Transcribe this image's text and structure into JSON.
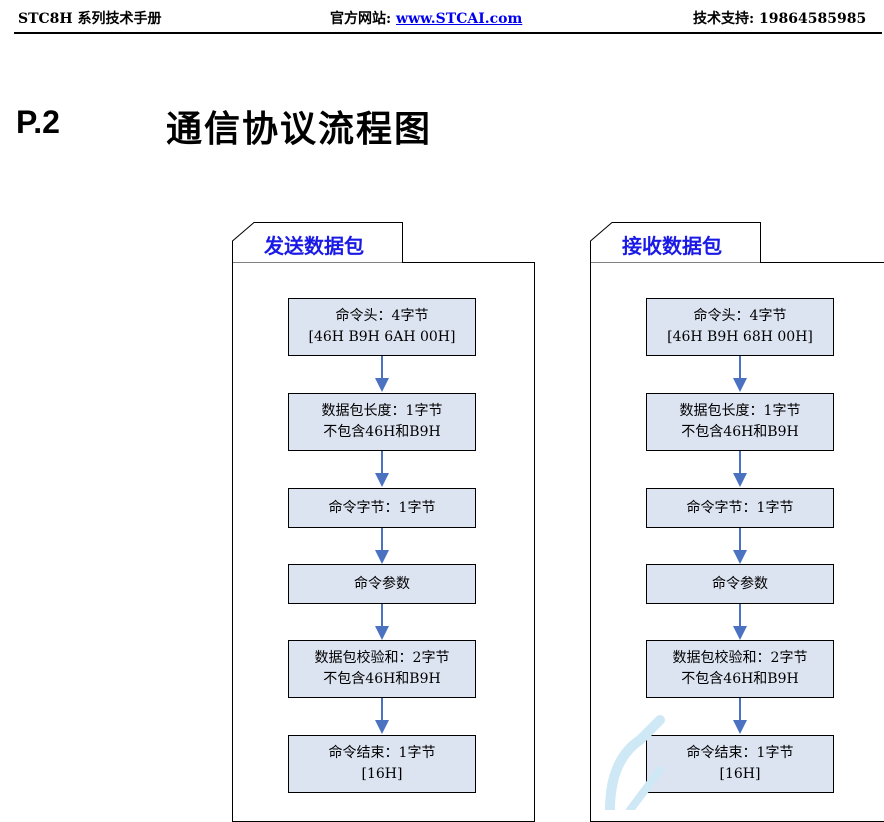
{
  "header": {
    "left": "STC8H 系列技术手册",
    "mid_prefix": "官方网站: ",
    "mid_link": "www.STCAI.com",
    "right": "技术支持: 19864585985"
  },
  "section": {
    "number": "P.2",
    "title": "通信协议流程图"
  },
  "colors": {
    "box_fill": "#dce3f1",
    "arrow": "#4a72c0",
    "tab_text": "#1a1ae6",
    "watermark": "#cfe8f6"
  },
  "panels": [
    {
      "title": "发送数据包",
      "steps": [
        {
          "line1": "命令头：4字节",
          "line2": "[46H B9H 6AH 00H]"
        },
        {
          "line1": "数据包长度：1字节",
          "line2": "不包含46H和B9H"
        },
        {
          "line1": "命令字节：1字节",
          "line2": ""
        },
        {
          "line1": "命令参数",
          "line2": ""
        },
        {
          "line1": "数据包校验和：2字节",
          "line2": "不包含46H和B9H"
        },
        {
          "line1": "命令结束：1字节",
          "line2": "[16H]"
        }
      ]
    },
    {
      "title": "接收数据包",
      "steps": [
        {
          "line1": "命令头：4字节",
          "line2": "[46H B9H 68H 00H]"
        },
        {
          "line1": "数据包长度：1字节",
          "line2": "不包含46H和B9H"
        },
        {
          "line1": "命令字节：1字节",
          "line2": ""
        },
        {
          "line1": "命令参数",
          "line2": ""
        },
        {
          "line1": "数据包校验和：2字节",
          "line2": "不包含46H和B9H"
        },
        {
          "line1": "命令结束：1字节",
          "line2": "[16H]"
        }
      ]
    }
  ]
}
